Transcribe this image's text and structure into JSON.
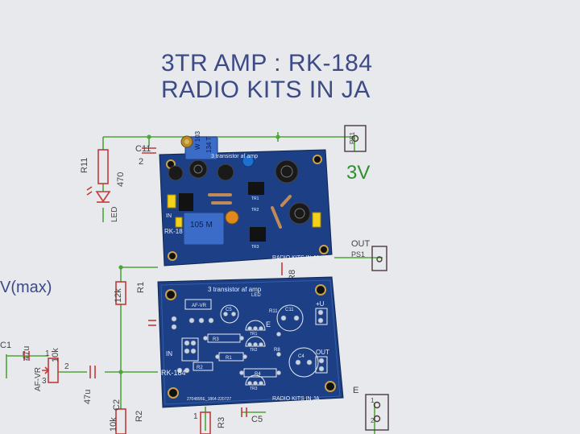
{
  "schematic": {
    "title_line1": "3TR  AMP : RK-184",
    "title_line2": "RADIO KITS IN JA",
    "voltage": "3V",
    "vmax": "V(max)",
    "labels": {
      "r11": "R11",
      "r11_val": "470",
      "c11": "C11",
      "c11_pin": "2",
      "led": "LED",
      "ps1_top": "PS1",
      "out": "OUT",
      "ps1_out": "PS1",
      "r1": "R1",
      "r1_val": "12k",
      "r8": "R8",
      "c1": "C1",
      "c1_val": "47u",
      "af_vr": "AF-VR",
      "af_vr_val": "10k",
      "pin3": "3",
      "pin2": "2",
      "pin1": "1",
      "c2": "C2",
      "c2_val": "47u",
      "r2": "R2",
      "r2_val": "10k",
      "r3": "R3",
      "r3_pin": "1",
      "c5": "C5",
      "e": "E",
      "e_pin1": "1",
      "e_pin2": "2"
    }
  },
  "board_top": {
    "title": "3 transistor af amp",
    "name": "RK-18",
    "footer": "RADIO KITS IN JA",
    "in": "IN",
    "trim_top": "W 103",
    "trim_top2": "134 T",
    "trim_bottom": "105 M",
    "tr1": "TR1",
    "tr2": "TR2",
    "tr3": "TR3"
  },
  "board_bottom": {
    "title": "3 transistor af amp",
    "name": "RK-184",
    "footer": "RADIO KITS IN JA",
    "code": "2704895E_1864-220727",
    "in": "IN",
    "out": "OUT",
    "plus_u": "+U",
    "e": "E",
    "af_vr": "AF-VR",
    "led": "LED",
    "c5": "C5",
    "c11": "C11",
    "c4": "C4",
    "r1": "R1",
    "r2": "R2",
    "r3": "R3",
    "r4": "R4",
    "r8": "R8",
    "r11": "R11",
    "tr1": "TR1",
    "tr2": "TR2",
    "tr3": "TR3"
  },
  "colors": {
    "paper": "#e7e9ec",
    "title_blue": "#3c4a86",
    "wire_green": "#4ea63a",
    "part_red": "#c23a3a",
    "pcb_blue": "#1c3f86",
    "silk": "#e8eef6",
    "voltage_green": "#2f8f2f"
  }
}
